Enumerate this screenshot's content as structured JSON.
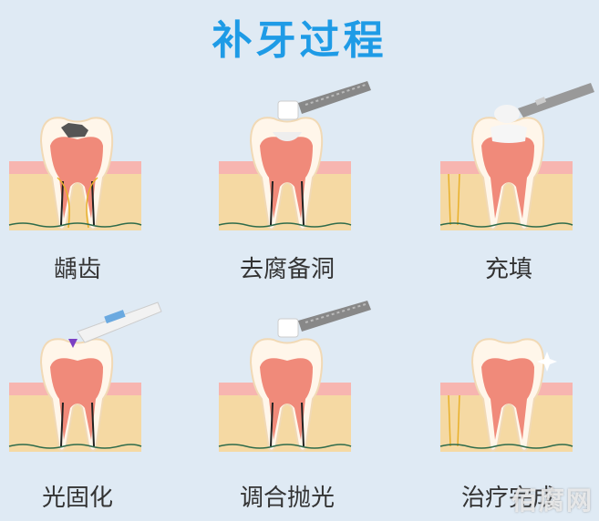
{
  "title": "补牙过程",
  "steps": [
    {
      "label": "龋齿"
    },
    {
      "label": "去腐备洞"
    },
    {
      "label": "充填"
    },
    {
      "label": "光固化"
    },
    {
      "label": "调合抛光"
    },
    {
      "label": "治疗完成"
    }
  ],
  "watermark": "佰腐网",
  "colors": {
    "title": "#1e9be6",
    "background": "#dfeaf4",
    "gum": "#f7b5b0",
    "bone": "#f5d9a3",
    "pulp": "#f08a7a"
  }
}
